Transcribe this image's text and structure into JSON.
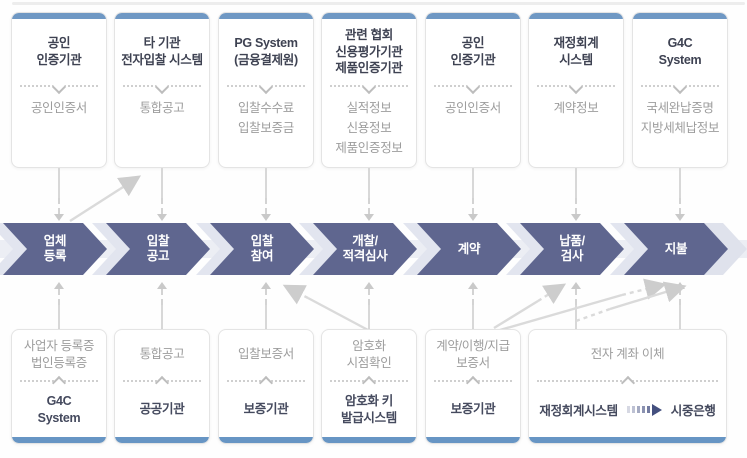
{
  "colors": {
    "accent_bar": "#6f98c4",
    "process_arrow": "#5f668f",
    "light_chevron": "#e2e5ef",
    "box_border": "#e4e4e4",
    "muted_text": "#9d9d9d",
    "dark_text": "#3e4252",
    "connector": "#d8d8d8"
  },
  "top_row": [
    {
      "title": [
        "공인",
        "인증기관"
      ],
      "items": [
        "공인인증서"
      ]
    },
    {
      "title": [
        "타 기관",
        "전자입찰 시스템"
      ],
      "items": [
        "통합공고"
      ]
    },
    {
      "title": [
        "PG System",
        "(금융결제원)"
      ],
      "items": [
        "입찰수수료",
        "입찰보증금"
      ]
    },
    {
      "title": [
        "관련 협회",
        "신용평가기관",
        "제품인증기관"
      ],
      "items": [
        "실적정보",
        "신용정보",
        "제품인증정보"
      ]
    },
    {
      "title": [
        "공인",
        "인증기관"
      ],
      "items": [
        "공인인증서"
      ]
    },
    {
      "title": [
        "재정회계",
        "시스템"
      ],
      "items": [
        "계약정보"
      ]
    },
    {
      "title": [
        "G4C",
        "System"
      ],
      "items": [
        "국세완납증명",
        "지방세체납정보"
      ]
    }
  ],
  "process_row": [
    {
      "label": [
        "업체",
        "등록"
      ]
    },
    {
      "label": [
        "입찰",
        "공고"
      ]
    },
    {
      "label": [
        "입찰",
        "참여"
      ]
    },
    {
      "label": [
        "개찰/",
        "적격심사"
      ]
    },
    {
      "label": [
        "계약"
      ]
    },
    {
      "label": [
        "납품/",
        "검사"
      ]
    },
    {
      "label": [
        "지불"
      ]
    }
  ],
  "bottom_row": [
    {
      "items": [
        "사업자 등록증",
        "법인등록증"
      ],
      "label": [
        "G4C",
        "System"
      ]
    },
    {
      "items": [
        "통합공고"
      ],
      "label": [
        "공공기관"
      ]
    },
    {
      "items": [
        "입찰보증서"
      ],
      "label": [
        "보증기관"
      ]
    },
    {
      "items": [
        "암호화",
        "시점확인"
      ],
      "label": [
        "암호화 키",
        "발급시스템"
      ]
    },
    {
      "items": [
        "계약/이행/지급",
        "보증서"
      ],
      "label": [
        "보증기관"
      ]
    },
    {
      "items": [
        "전자 계좌 이체"
      ],
      "label_left": "재정회계시스템",
      "label_right": "시중은행"
    }
  ],
  "cross_links": [
    {
      "from": "업체 등록",
      "to": "타 기관 전자입찰 시스템"
    },
    {
      "from": "암호화 키 발급시스템",
      "to": "입찰 참여"
    },
    {
      "from": "계약/이행/지급 보증서",
      "to": "납품/검사"
    },
    {
      "from": "계약/이행/지급 보증서",
      "to": "지불"
    },
    {
      "from": "재정회계시스템",
      "to": "지불"
    }
  ]
}
